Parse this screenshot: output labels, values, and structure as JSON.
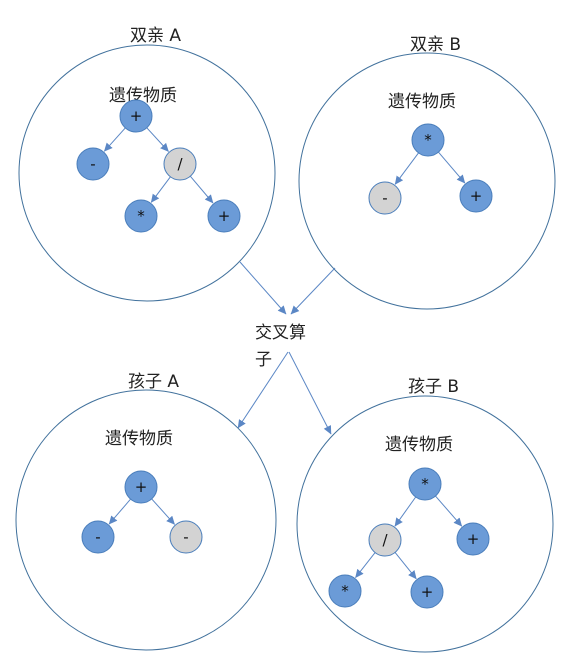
{
  "colors": {
    "node": "#6b9bd7",
    "node_highlighted": "#d3d3d3",
    "stroke": "#41719c",
    "arrow": "#5b87c5"
  },
  "parent_a": {
    "title": "双亲 A",
    "material_label": "遗传物质",
    "nodes": [
      {
        "label": "+",
        "highlighted": false
      },
      {
        "label": "-",
        "highlighted": false
      },
      {
        "label": "/",
        "highlighted": true
      },
      {
        "label": "*",
        "highlighted": false
      },
      {
        "label": "+",
        "highlighted": false
      }
    ]
  },
  "parent_b": {
    "title": "双亲 B",
    "material_label": "遗传物质",
    "nodes": [
      {
        "label": "*",
        "highlighted": false
      },
      {
        "label": "-",
        "highlighted": true
      },
      {
        "label": "+",
        "highlighted": false
      }
    ]
  },
  "operator": {
    "label": "交叉算子"
  },
  "child_a": {
    "title": "孩子 A",
    "material_label": "遗传物质",
    "nodes": [
      {
        "label": "+",
        "highlighted": false
      },
      {
        "label": "-",
        "highlighted": false
      },
      {
        "label": "-",
        "highlighted": true
      }
    ]
  },
  "child_b": {
    "title": "孩子 B",
    "material_label": "遗传物质",
    "nodes": [
      {
        "label": "*",
        "highlighted": false
      },
      {
        "label": "/",
        "highlighted": true
      },
      {
        "label": "+",
        "highlighted": false
      },
      {
        "label": "*",
        "highlighted": false
      },
      {
        "label": "+",
        "highlighted": false
      }
    ]
  }
}
